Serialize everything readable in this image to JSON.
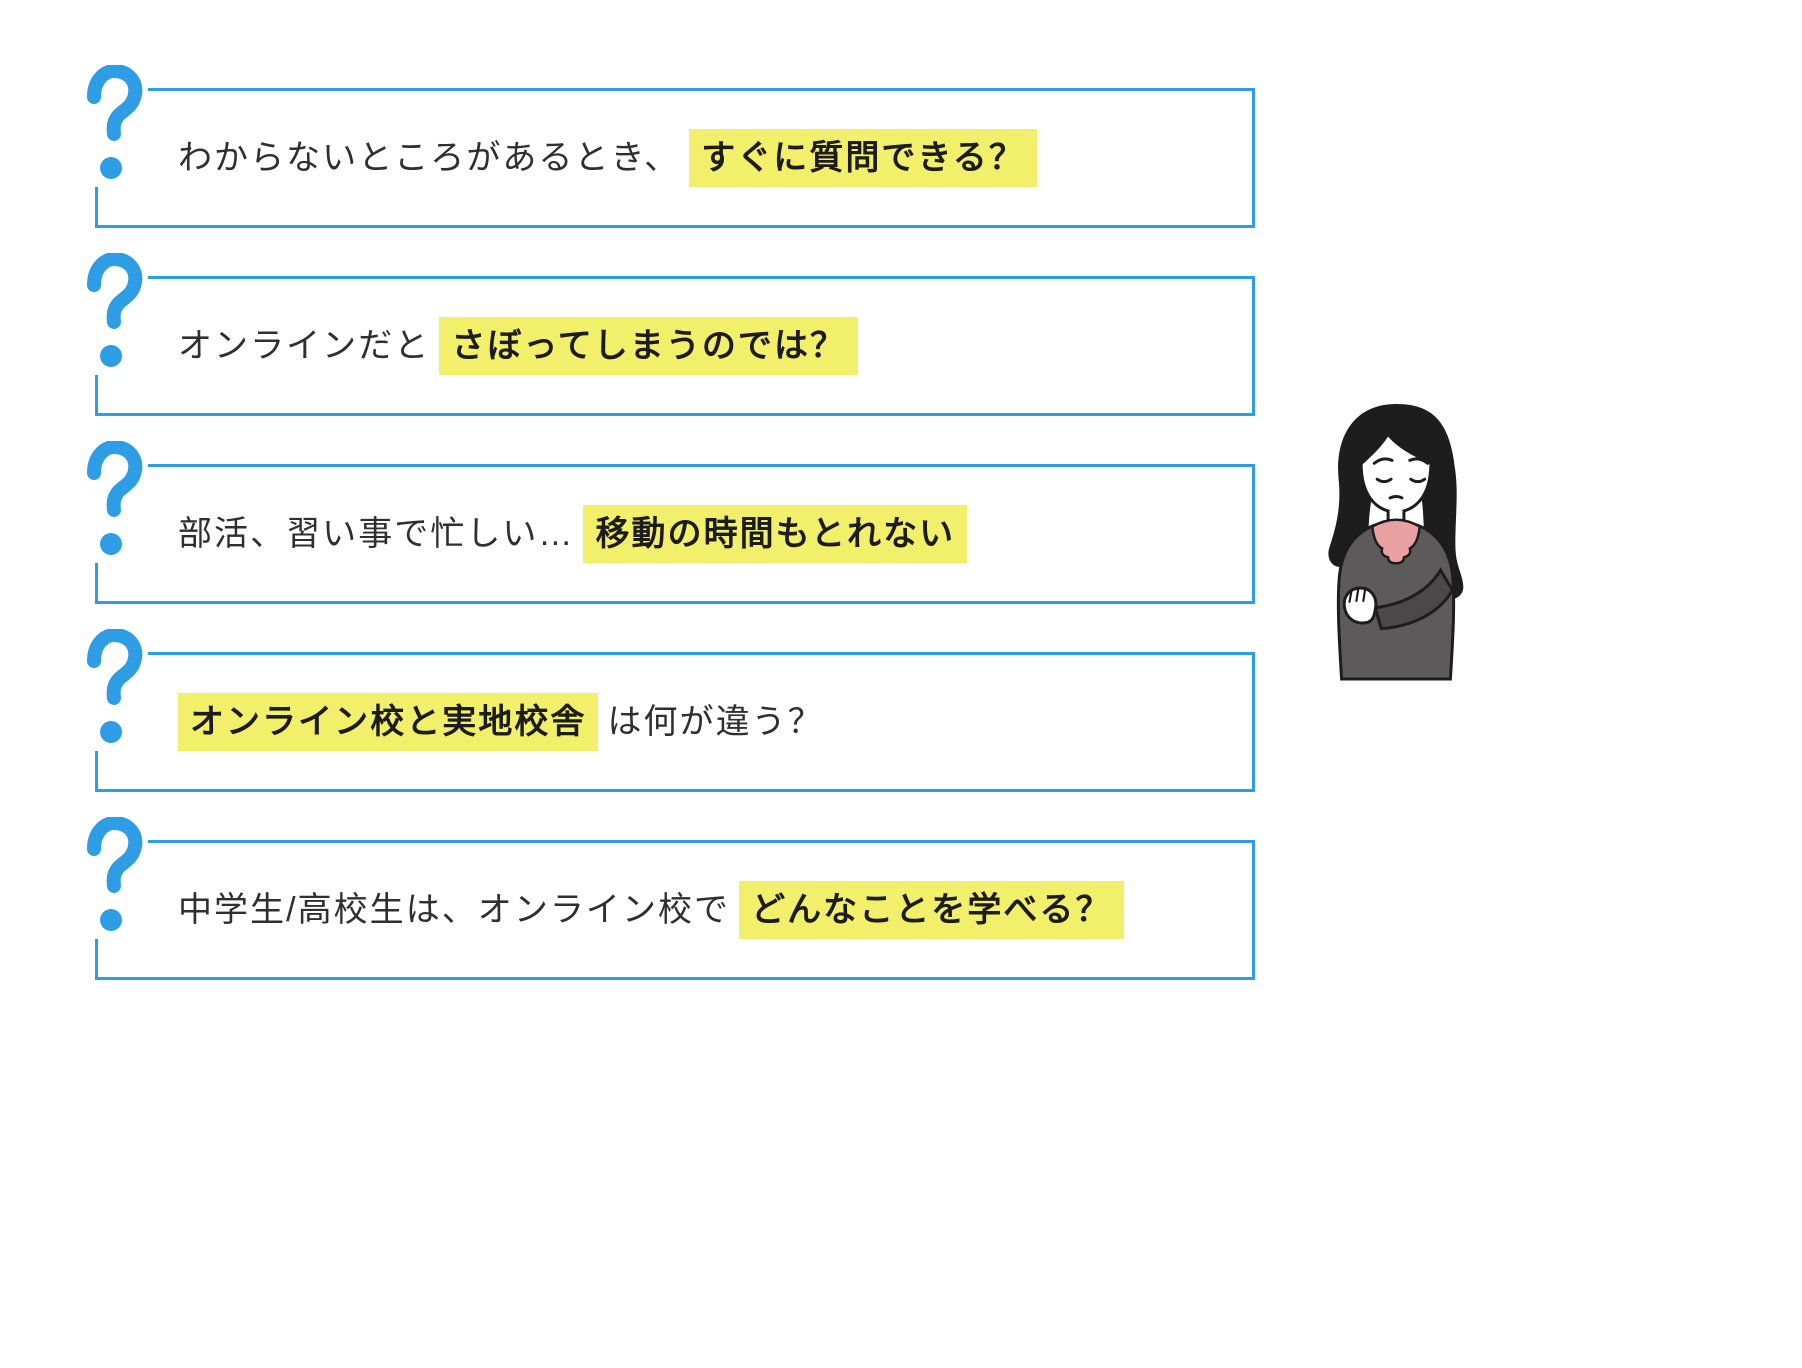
{
  "page": {
    "background": "#ffffff",
    "description_label": "FAQ question list with worried person illustration"
  },
  "theme": {
    "border_blue": "#2e9de6",
    "question_mark_blue": "#2e9de6",
    "highlight_yellow": "#f2ef6b",
    "text_color": "#2f2f2f",
    "illustration": {
      "line": "#1d1d1d",
      "dress": "#5c5a5a",
      "sleeve": "#4a4848",
      "collar": "#eaa1a1"
    }
  },
  "questions": [
    {
      "segments": [
        {
          "text": "わからないところがあるとき、",
          "highlight": false
        },
        {
          "text": "すぐに質問できる？",
          "highlight": true
        }
      ]
    },
    {
      "segments": [
        {
          "text": "オンラインだと",
          "highlight": false
        },
        {
          "text": "さぼってしまうのでは？",
          "highlight": true
        }
      ]
    },
    {
      "segments": [
        {
          "text": "部活、習い事で忙しい…",
          "highlight": false
        },
        {
          "text": "移動の時間もとれない",
          "highlight": true
        }
      ]
    },
    {
      "segments": [
        {
          "text": "オンライン校と実地校舎",
          "highlight": true
        },
        {
          "text": "は何が違う？",
          "highlight": false
        }
      ]
    },
    {
      "segments": [
        {
          "text": "中学生/高校生は、オンライン校で",
          "highlight": false
        },
        {
          "text": "どんなことを学べる？",
          "highlight": true
        }
      ]
    }
  ],
  "illustration": {
    "name": "worried-woman"
  }
}
